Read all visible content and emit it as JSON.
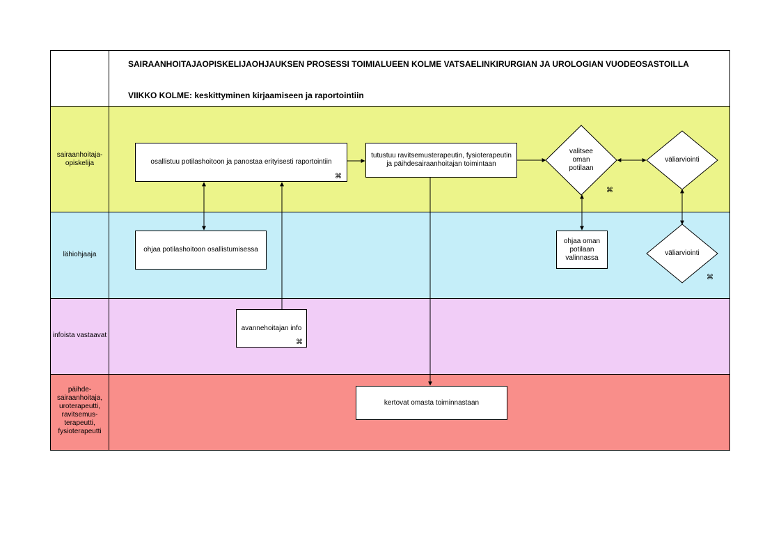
{
  "header": {
    "title": "SAIRAANHOITAJAOPISKELIJAOHJAUKSEN PROSESSI TOIMIALUEEN KOLME VATSAELINKIRURGIAN JA UROLOGIAN VUODEOSASTOILLA",
    "subtitle": "VIIKKO KOLME: keskittyminen kirjaamiseen ja raportointiin"
  },
  "lanes": {
    "opiskelija": {
      "label": "sairaanhoitaja-\nopiskelija",
      "color": "#ecf48a"
    },
    "lahiohjaaja": {
      "label": "lähiohjaaja",
      "color": "#c5eef9"
    },
    "infot": {
      "label": "infoista vastaavat",
      "color": "#f1cdf7"
    },
    "terapeutit": {
      "label": "päihde-\nsairaanhoitaja,\nuroterapeutti,\nravitsemus-\nterapeutti,\nfysioterapeutti",
      "color": "#f98e8a"
    }
  },
  "nodes": {
    "osallistuu": "osallistuu potilashoitoon ja panostaa erityisesti raportointiin",
    "tutustuu": "tutustuu ravitsemusterapeutin, fysioterapeutin ja päihdesairaanhoitajan toimintaan",
    "valitsee": "valitsee\noman\npotilaan",
    "valiarviointi_top": "väliarviointi",
    "ohjaa_osallistumisessa": "ohjaa potilashoitoon osallistumisessa",
    "ohjaa_valinnassa": "ohjaa oman\npotilaan\nvalinnassa",
    "valiarviointi_bottom": "väliarviointi",
    "avannehoitajan": "avannehoitajan  info",
    "kertovat": "kertovat omasta toiminnastaan"
  },
  "icons": {
    "link": "link-icon"
  }
}
